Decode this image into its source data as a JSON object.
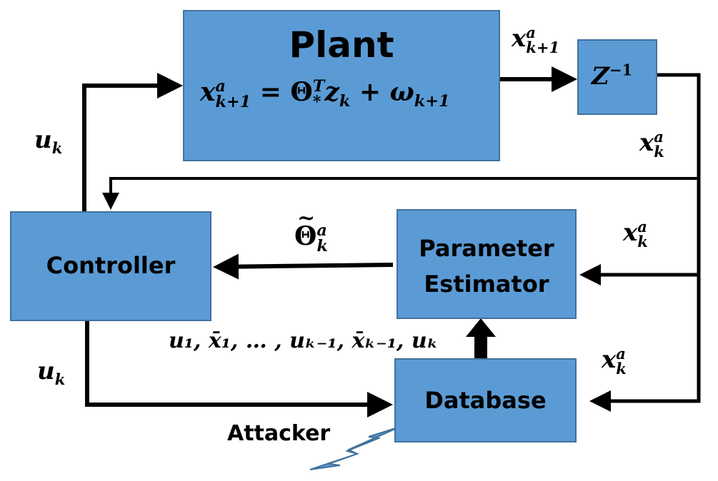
{
  "blocks": {
    "plant": {
      "title": "Plant"
    },
    "delay": {
      "label_base": "Z",
      "label_sup": "−1"
    },
    "controller": {
      "label": "Controller"
    },
    "estimator": {
      "line1": "Parameter",
      "line2": "Estimator"
    },
    "database": {
      "label": "Database"
    }
  },
  "equations": {
    "plant": {
      "lhs_base": "x",
      "lhs_sup": "a",
      "lhs_sub": "k+1",
      "eq": " = ",
      "theta": "Θ",
      "theta_sup": "T",
      "theta_sub": "*",
      "z": "z",
      "z_sub": "k",
      "plus": " + ",
      "omega": "ω",
      "omega_sub": "k+1"
    }
  },
  "signals": {
    "u_top": {
      "base": "u",
      "sub": "k"
    },
    "u_bottom": {
      "base": "u",
      "sub": "k"
    },
    "x_next": {
      "base": "x",
      "sup": "a",
      "sub": "k+1"
    },
    "x_feedback": {
      "base": "x",
      "sup": "a",
      "sub": "k"
    },
    "x_estimator": {
      "base": "x",
      "sup": "a",
      "sub": "k"
    },
    "x_database": {
      "base": "x",
      "sup": "a",
      "sub": "k"
    },
    "theta_est": {
      "base": "Θ",
      "accent": "~",
      "sup": "a",
      "sub": "k"
    },
    "history": "u₁, x̄₁, … , uₖ₋₁, x̄ₖ₋₁, uₖ"
  },
  "attacker": {
    "label": "Attacker"
  },
  "colors": {
    "box_fill": "#5b9bd5",
    "box_border": "#41719c",
    "wire": "#000000"
  }
}
